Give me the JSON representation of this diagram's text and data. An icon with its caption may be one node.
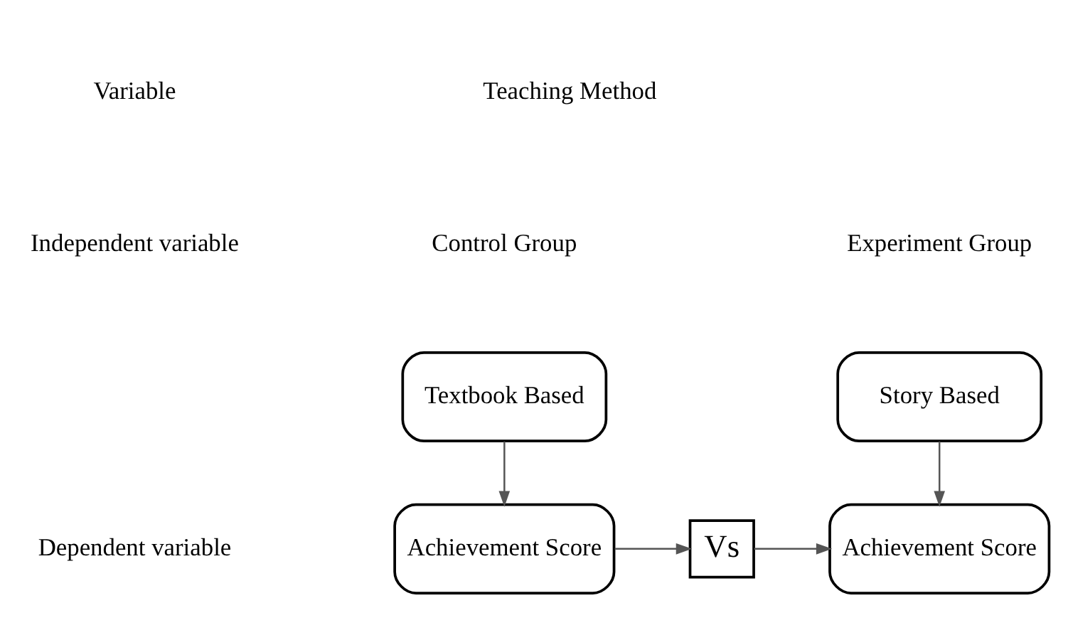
{
  "diagram": {
    "nodes": [
      {
        "text": [
          "Textbook Based"
        ]
      },
      {
        "text": [
          "Story Based"
        ]
      },
      {
        "text": [
          "Achievement Score"
        ]
      },
      {
        "text": [
          "Vs"
        ]
      },
      {
        "text": [
          "Achievement Score"
        ]
      }
    ],
    "edges": [
      {
        "from": 0,
        "to": 2,
        "arrow": "to"
      },
      {
        "from": 1,
        "to": 4,
        "arrow": "to"
      },
      {
        "from": 2,
        "to": 3,
        "arrow": "to"
      },
      {
        "from": 3,
        "to": 4,
        "arrow": "to"
      }
    ],
    "labels": [
      "Variable",
      "Teaching Method",
      "Control Group",
      "Experiment Group",
      "Independent variable",
      "Dependent variable"
    ]
  }
}
